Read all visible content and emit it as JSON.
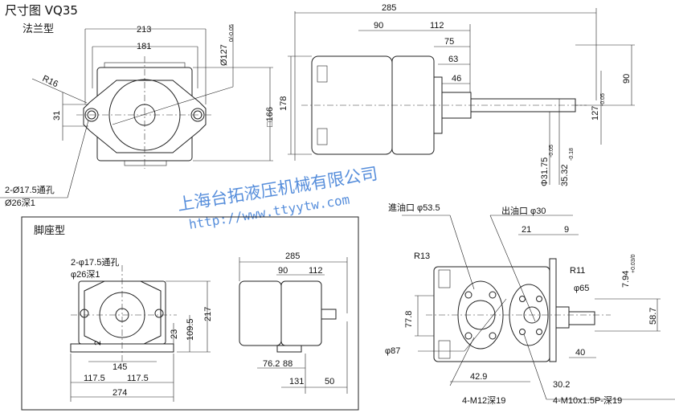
{
  "header": {
    "title": "尺寸图 VQ35",
    "subtitle": "法兰型"
  },
  "flange_front": {
    "width_213": "213",
    "width_181": "181",
    "dia_127": "Ø127",
    "dia_127_tol": "0/-0.05",
    "radius": "R16",
    "dim_31": "31",
    "square_166": "□166",
    "height_178": "178",
    "hole_note": "2-Ø17.5通孔",
    "counterbore_note": "Ø26深1"
  },
  "flange_side": {
    "len_285": "285",
    "len_90": "90",
    "len_112": "112",
    "len_75": "75",
    "len_63": "63",
    "len_46": "46",
    "height_90": "90",
    "pilot_127": "127",
    "pilot_tol": "-0.05",
    "shaft_dia": "Φ31.75",
    "shaft_tol": "-0.05",
    "key_dim": "35.32",
    "key_tol": "-0.18"
  },
  "watermark": {
    "company": "上海台拓液压机械有限公司",
    "url": "http://www.ttyytw.com"
  },
  "foot": {
    "title": "脚座型",
    "hole_note": "2-φ17.5通孔",
    "counterbore_note": "φ26深1",
    "h_217": "217",
    "h_109_5": "109.5",
    "h_23": "23",
    "h_2": "2",
    "w_145": "145",
    "w_117_5_left": "117.5",
    "w_117_5_right": "117.5",
    "w_274": "274",
    "side_285": "285",
    "side_90": "90",
    "side_112": "112",
    "side_76_2": "76.2",
    "side_88": "88",
    "side_131": "131",
    "side_50": "50"
  },
  "ports": {
    "inlet": "進油口 φ53.5",
    "outlet": "出油口 φ30",
    "d21": "21",
    "d9": "9",
    "r13": "R13",
    "r11": "R11",
    "phi65": "φ65",
    "key_7_94": "7.94",
    "key_tol": "+0.03/0",
    "d77_8": "77.8",
    "d58_7": "58.7",
    "phi87": "φ87",
    "d40": "40",
    "d42_9": "42.9",
    "d30_2": "30.2",
    "thread_in": "4-M12深19",
    "thread_out": "4-M10x1.5P-深19"
  }
}
